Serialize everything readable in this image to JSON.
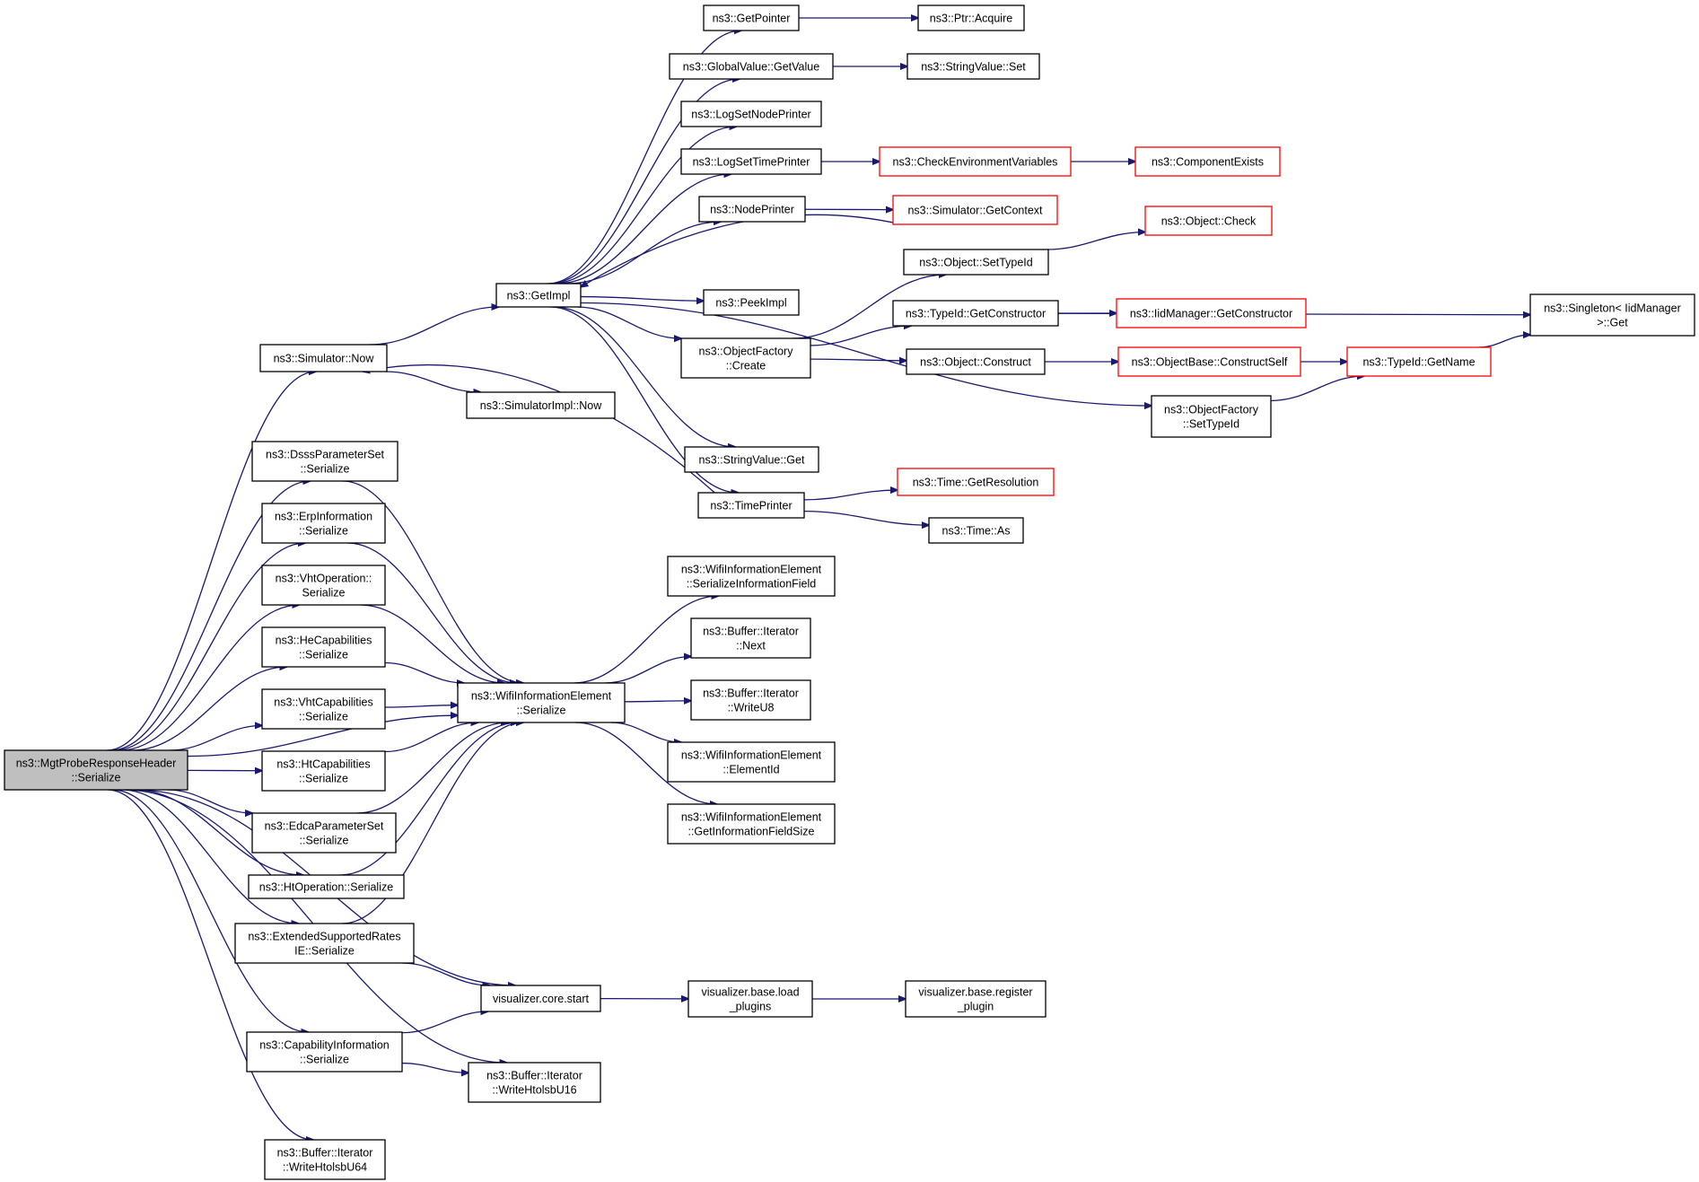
{
  "diagram": {
    "colors": {
      "edge": "#191970",
      "node_border": "#000000",
      "truncated_border": "#ff0000",
      "root_fill": "#bfbfbf"
    },
    "nodes": [
      {
        "id": "root",
        "lines": [
          "ns3::MgtProbeResponseHeader",
          "::Serialize"
        ],
        "style": "root"
      },
      {
        "id": "simnow",
        "lines": [
          "ns3::Simulator::Now"
        ]
      },
      {
        "id": "dsss",
        "lines": [
          "ns3::DsssParameterSet",
          "::Serialize"
        ]
      },
      {
        "id": "erp",
        "lines": [
          "ns3::ErpInformation",
          "::Serialize"
        ]
      },
      {
        "id": "vhtop",
        "lines": [
          "ns3::VhtOperation::",
          "Serialize"
        ]
      },
      {
        "id": "hecap",
        "lines": [
          "ns3::HeCapabilities",
          "::Serialize"
        ]
      },
      {
        "id": "vhtcap",
        "lines": [
          "ns3::VhtCapabilities",
          "::Serialize"
        ]
      },
      {
        "id": "htcap",
        "lines": [
          "ns3::HtCapabilities",
          "::Serialize"
        ]
      },
      {
        "id": "edca",
        "lines": [
          "ns3::EdcaParameterSet",
          "::Serialize"
        ]
      },
      {
        "id": "htop",
        "lines": [
          "ns3::HtOperation::Serialize"
        ]
      },
      {
        "id": "extrates",
        "lines": [
          "ns3::ExtendedSupportedRates",
          "IE::Serialize"
        ]
      },
      {
        "id": "capinfo",
        "lines": [
          "ns3::CapabilityInformation",
          "::Serialize"
        ]
      },
      {
        "id": "wrU64",
        "lines": [
          "ns3::Buffer::Iterator",
          "::WriteHtolsbU64"
        ]
      },
      {
        "id": "getimpl",
        "lines": [
          "ns3::GetImpl"
        ]
      },
      {
        "id": "simimplnow",
        "lines": [
          "ns3::SimulatorImpl::Now"
        ]
      },
      {
        "id": "wie",
        "lines": [
          "ns3::WifiInformationElement",
          "::Serialize"
        ]
      },
      {
        "id": "vizstart",
        "lines": [
          "visualizer.core.start"
        ]
      },
      {
        "id": "wrU16",
        "lines": [
          "ns3::Buffer::Iterator",
          "::WriteHtolsbU16"
        ]
      },
      {
        "id": "getptr",
        "lines": [
          "ns3::GetPointer"
        ]
      },
      {
        "id": "gvget",
        "lines": [
          "ns3::GlobalValue::GetValue"
        ]
      },
      {
        "id": "lognode",
        "lines": [
          "ns3::LogSetNodePrinter"
        ]
      },
      {
        "id": "logtime",
        "lines": [
          "ns3::LogSetTimePrinter"
        ]
      },
      {
        "id": "nodeprinter",
        "lines": [
          "ns3::NodePrinter"
        ]
      },
      {
        "id": "peekimpl",
        "lines": [
          "ns3::PeekImpl"
        ]
      },
      {
        "id": "ofcreate",
        "lines": [
          "ns3::ObjectFactory",
          "::Create"
        ]
      },
      {
        "id": "svget",
        "lines": [
          "ns3::StringValue::Get"
        ]
      },
      {
        "id": "timeprinter",
        "lines": [
          "ns3::TimePrinter"
        ]
      },
      {
        "id": "wie_sif",
        "lines": [
          "ns3::WifiInformationElement",
          "::SerializeInformationField"
        ]
      },
      {
        "id": "bi_next",
        "lines": [
          "ns3::Buffer::Iterator",
          "::Next"
        ]
      },
      {
        "id": "bi_wu8",
        "lines": [
          "ns3::Buffer::Iterator",
          "::WriteU8"
        ]
      },
      {
        "id": "wie_eid",
        "lines": [
          "ns3::WifiInformationElement",
          "::ElementId"
        ]
      },
      {
        "id": "wie_gifs",
        "lines": [
          "ns3::WifiInformationElement",
          "::GetInformationFieldSize"
        ]
      },
      {
        "id": "vizload",
        "lines": [
          "visualizer.base.load",
          "_plugins"
        ]
      },
      {
        "id": "vizreg",
        "lines": [
          "visualizer.base.register",
          "_plugin"
        ]
      },
      {
        "id": "ptracq",
        "lines": [
          "ns3::Ptr::Acquire"
        ]
      },
      {
        "id": "svset",
        "lines": [
          "ns3::StringValue::Set"
        ]
      },
      {
        "id": "checkenv",
        "lines": [
          "ns3::CheckEnvironmentVariables"
        ],
        "style": "red"
      },
      {
        "id": "compexists",
        "lines": [
          "ns3::ComponentExists"
        ],
        "style": "red"
      },
      {
        "id": "simgetctx",
        "lines": [
          "ns3::Simulator::GetContext"
        ],
        "style": "red"
      },
      {
        "id": "objcheck",
        "lines": [
          "ns3::Object::Check"
        ],
        "style": "red"
      },
      {
        "id": "objsettid",
        "lines": [
          "ns3::Object::SetTypeId"
        ]
      },
      {
        "id": "tidgetctor",
        "lines": [
          "ns3::TypeId::GetConstructor"
        ]
      },
      {
        "id": "iidgetctor",
        "lines": [
          "ns3::IidManager::GetConstructor"
        ],
        "style": "red"
      },
      {
        "id": "objconstruct",
        "lines": [
          "ns3::Object::Construct"
        ]
      },
      {
        "id": "objbasector",
        "lines": [
          "ns3::ObjectBase::ConstructSelf"
        ],
        "style": "red"
      },
      {
        "id": "tidgetname",
        "lines": [
          "ns3::TypeId::GetName"
        ],
        "style": "red"
      },
      {
        "id": "singleton",
        "lines": [
          "ns3::Singleton< IidManager",
          "  >::Get"
        ]
      },
      {
        "id": "ofsettid",
        "lines": [
          "ns3::ObjectFactory",
          "::SetTypeId"
        ]
      },
      {
        "id": "timegetres",
        "lines": [
          "ns3::Time::GetResolution"
        ],
        "style": "red"
      },
      {
        "id": "timeas",
        "lines": [
          "ns3::Time::As"
        ]
      }
    ],
    "edges": [
      [
        "root",
        "simnow"
      ],
      [
        "root",
        "dsss"
      ],
      [
        "root",
        "erp"
      ],
      [
        "root",
        "vhtop"
      ],
      [
        "root",
        "hecap"
      ],
      [
        "root",
        "vhtcap"
      ],
      [
        "root",
        "htcap"
      ],
      [
        "root",
        "edca"
      ],
      [
        "root",
        "htop"
      ],
      [
        "root",
        "extrates"
      ],
      [
        "root",
        "capinfo"
      ],
      [
        "root",
        "wrU64"
      ],
      [
        "root",
        "wie"
      ],
      [
        "root",
        "vizstart"
      ],
      [
        "root",
        "wrU16"
      ],
      [
        "simnow",
        "getimpl"
      ],
      [
        "simnow",
        "simimplnow"
      ],
      [
        "dsss",
        "wie"
      ],
      [
        "erp",
        "wie"
      ],
      [
        "vhtop",
        "wie"
      ],
      [
        "hecap",
        "wie"
      ],
      [
        "vhtcap",
        "wie"
      ],
      [
        "htcap",
        "wie"
      ],
      [
        "edca",
        "wie"
      ],
      [
        "htop",
        "wie"
      ],
      [
        "extrates",
        "wie"
      ],
      [
        "extrates",
        "vizstart"
      ],
      [
        "capinfo",
        "vizstart"
      ],
      [
        "capinfo",
        "wrU16"
      ],
      [
        "getimpl",
        "getptr"
      ],
      [
        "getimpl",
        "gvget"
      ],
      [
        "getimpl",
        "lognode"
      ],
      [
        "getimpl",
        "logtime"
      ],
      [
        "getimpl",
        "nodeprinter"
      ],
      [
        "getimpl",
        "peekimpl"
      ],
      [
        "getimpl",
        "ofcreate"
      ],
      [
        "getimpl",
        "svget"
      ],
      [
        "getimpl",
        "timeprinter"
      ],
      [
        "getimpl",
        "ofsettid"
      ],
      [
        "wie",
        "wie_sif"
      ],
      [
        "wie",
        "bi_next"
      ],
      [
        "wie",
        "bi_wu8"
      ],
      [
        "wie",
        "wie_eid"
      ],
      [
        "wie",
        "wie_gifs"
      ],
      [
        "vizstart",
        "vizload"
      ],
      [
        "vizload",
        "vizreg"
      ],
      [
        "getptr",
        "ptracq"
      ],
      [
        "gvget",
        "svset"
      ],
      [
        "logtime",
        "checkenv"
      ],
      [
        "checkenv",
        "compexists"
      ],
      [
        "nodeprinter",
        "simgetctx"
      ],
      [
        "simgetctx",
        "getimpl"
      ],
      [
        "ofcreate",
        "objsettid"
      ],
      [
        "ofcreate",
        "tidgetctor"
      ],
      [
        "ofcreate",
        "objconstruct"
      ],
      [
        "objsettid",
        "objcheck"
      ],
      [
        "tidgetctor",
        "iidgetctor"
      ],
      [
        "tidgetctor",
        "singleton"
      ],
      [
        "objconstruct",
        "objbasector"
      ],
      [
        "objbasector",
        "tidgetname"
      ],
      [
        "tidgetname",
        "singleton"
      ],
      [
        "ofsettid",
        "tidgetname"
      ],
      [
        "timeprinter",
        "simnow"
      ],
      [
        "timeprinter",
        "timegetres"
      ],
      [
        "timeprinter",
        "timeas"
      ]
    ]
  }
}
